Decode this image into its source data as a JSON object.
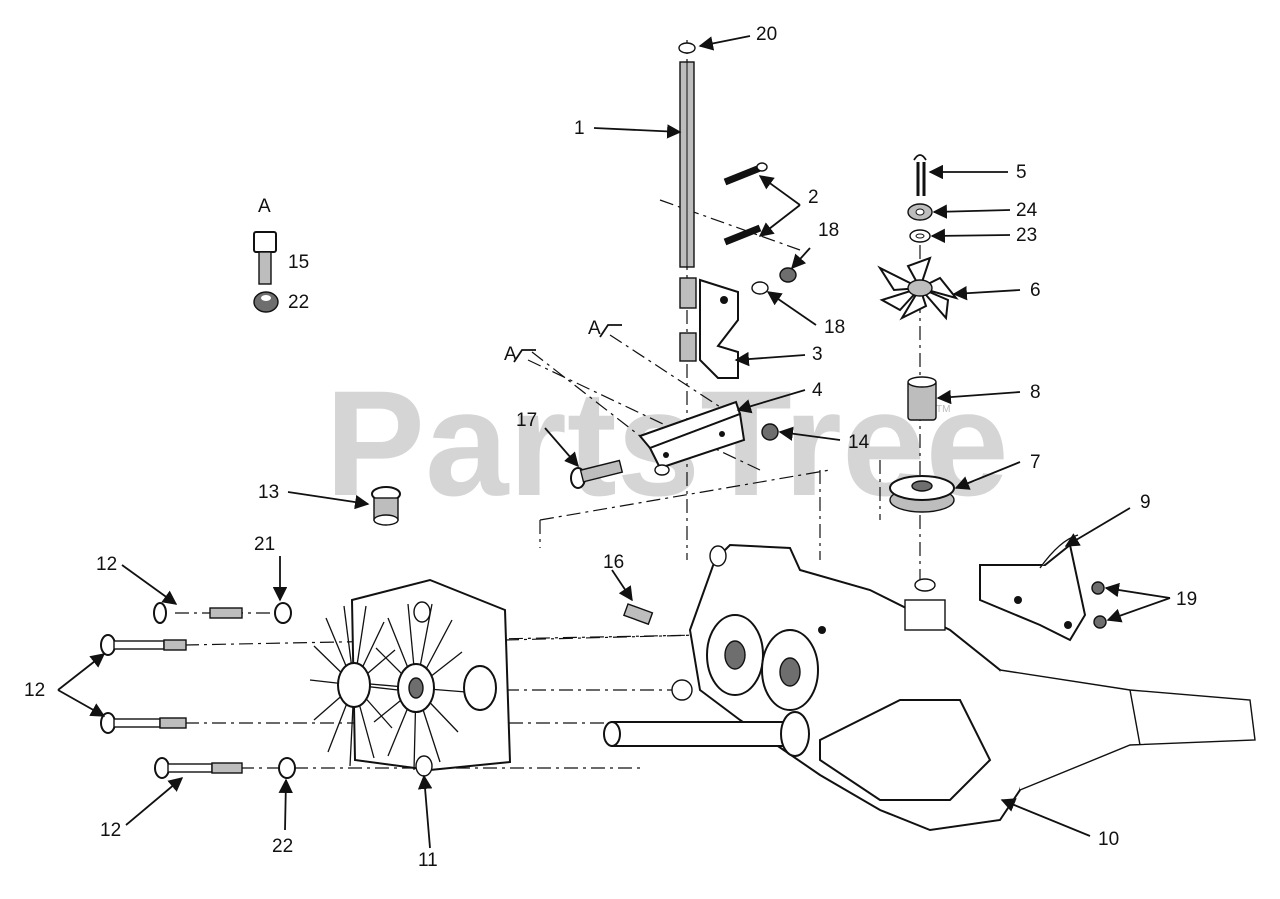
{
  "watermark": {
    "text": "PartsTree",
    "trademark": "TM"
  },
  "view_marker": "A",
  "section_markers": [
    "A",
    "A"
  ],
  "callouts": [
    "1",
    "2",
    "3",
    "4",
    "5",
    "6",
    "7",
    "8",
    "9",
    "10",
    "11",
    "12",
    "12",
    "12",
    "13",
    "14",
    "15",
    "16",
    "17",
    "18",
    "18",
    "19",
    "20",
    "21",
    "22",
    "22",
    "23",
    "24"
  ]
}
